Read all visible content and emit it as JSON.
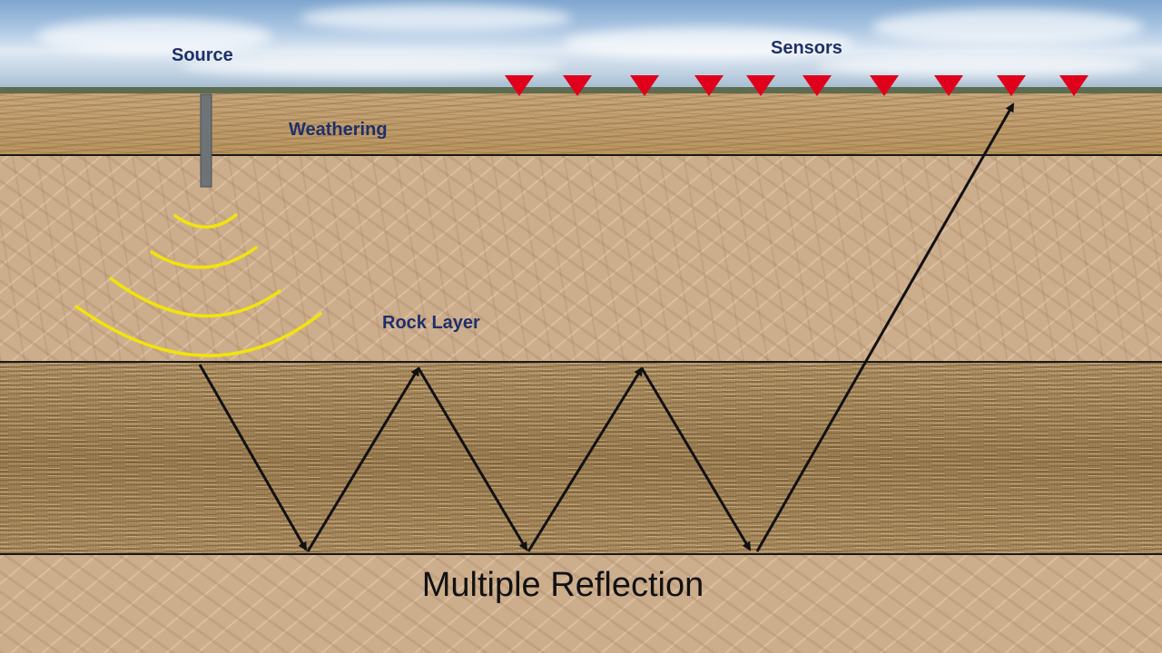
{
  "labels": {
    "source": "Source",
    "sensors": "Sensors",
    "weathering": "Weathering",
    "rock_layer": "Rock Layer"
  },
  "title": "Multiple Reflection",
  "colors": {
    "sensor": "#e0001b",
    "wavefront": "#f2e40a",
    "ray": "#111111",
    "label": "#1f2f6b",
    "boundary": "#1a1a1a"
  },
  "sensor_count": 10,
  "wavefront_count": 4
}
